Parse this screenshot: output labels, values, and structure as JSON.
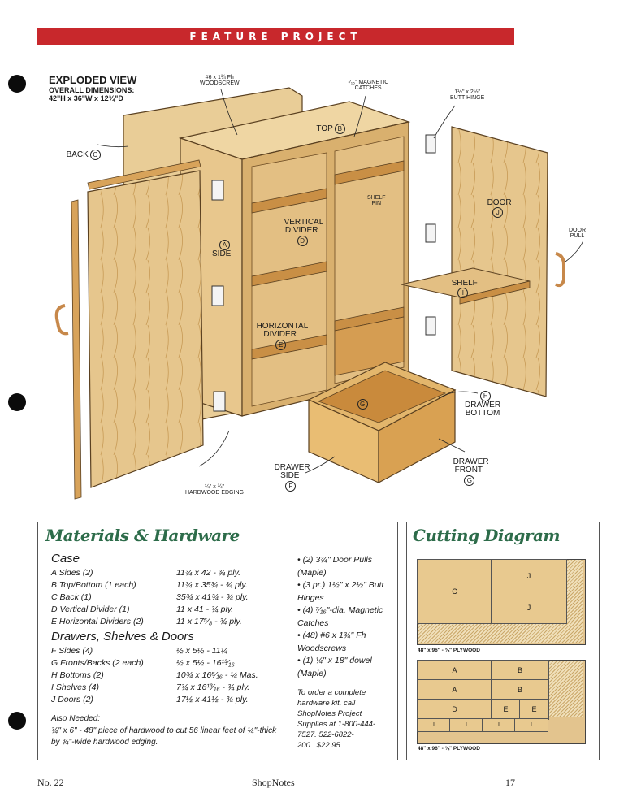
{
  "banner": "FEATURE PROJECT",
  "exploded": {
    "title": "EXPLODED VIEW",
    "subtitle": "OVERALL DIMENSIONS:",
    "dimensions": "42\"H x 36\"W x 12¾\"D"
  },
  "labels": {
    "woodscrew": "#6 x 1¾ Fh\nWOODSCREW",
    "magnetic": "⁷⁄₁₆\" MAGNETIC\nCATCHES",
    "butt_hinge": "1½\" x 2½\"\nBUTT HINGE",
    "top": "TOP",
    "top_letter": "B",
    "back": "BACK",
    "back_letter": "C",
    "side": "SIDE",
    "side_letter": "A",
    "vertical_divider": "VERTICAL\nDIVIDER",
    "vertical_letter": "D",
    "shelf_pin": "SHELF\nPIN",
    "door": "DOOR",
    "door_letter": "J",
    "door_pull": "DOOR\nPULL",
    "shelf": "SHELF",
    "shelf_letter": "I",
    "horizontal_divider": "HORIZONTAL\nDIVIDER",
    "horizontal_letter": "E",
    "drawer_g": "G",
    "drawer_bottom_letter": "H",
    "drawer_bottom": "DRAWER\nBOTTOM",
    "drawer_side": "DRAWER\nSIDE",
    "drawer_side_letter": "F",
    "drawer_front": "DRAWER\nFRONT",
    "drawer_front_letter": "G",
    "edging": "¼\" x ¾\"\nHARDWOOD EDGING"
  },
  "materials": {
    "title": "Materials & Hardware",
    "case_heading": "Case",
    "case_rows": [
      {
        "item": "A  Sides (2)",
        "size": "11¾ x 42 - ¾ ply."
      },
      {
        "item": "B  Top/Bottom (1 each)",
        "size": "11¾ x 35¾ - ¾ ply."
      },
      {
        "item": "C  Back (1)",
        "size": "35¾ x 41¾ - ¾ ply."
      },
      {
        "item": "D  Vertical Divider (1)",
        "size": "11 x 41 - ¾ ply."
      },
      {
        "item": "E  Horizontal Dividers (2)",
        "size": "11 x 17⁵⁄₈ - ¾ ply."
      }
    ],
    "drawers_heading": "Drawers, Shelves & Doors",
    "drawer_rows": [
      {
        "item": "F  Sides (4)",
        "size": "½ x 5½ - 11¼"
      },
      {
        "item": "G  Fronts/Backs (2 each)",
        "size": "½ x 5½ - 16¹³⁄₁₆"
      },
      {
        "item": "H  Bottoms (2)",
        "size": "10¾ x 16⁵⁄₁₆ - ¼ Mas."
      },
      {
        "item": "I  Shelves (4)",
        "size": "7¾ x 16¹³⁄₁₆ - ¾ ply."
      },
      {
        "item": "J  Doors (2)",
        "size": "17½ x 41½ - ¾ ply."
      }
    ],
    "also_needed": "Also Needed:",
    "also_text": "¾\" x 6\" - 48\" piece of hardwood to cut 56 linear feet of ¼\"-thick by ¾\"-wide hardwood edging.",
    "hardware": [
      "• (2) 3¾\" Door Pulls (Maple)",
      "• (3 pr.) 1½\" x 2½\" Butt Hinges",
      "• (4) ⁷⁄₁₆\"-dia. Magnetic Catches",
      "• (48) #6 x 1¾\" Fh Woodscrews",
      "• (1) ¼\" x 18\" dowel (Maple)"
    ],
    "order_text": "To order a complete hardware kit, call ShopNotes Project Supplies at 1-800-444-7527. 522-6822-200...$22.95"
  },
  "cutting": {
    "title": "Cutting Diagram",
    "board1_caption": "48\" x 96\" - ¾\" PLYWOOD",
    "board2_caption": "48\" x 96\" - ¾\" PLYWOOD",
    "b1_pieces": [
      "C",
      "J",
      "J"
    ],
    "b2_pieces": [
      "A",
      "B",
      "A",
      "B",
      "D",
      "E",
      "E",
      "I",
      "I",
      "I",
      "I"
    ]
  },
  "footer": {
    "left": "No. 22",
    "center": "ShopNotes",
    "right": "17"
  }
}
